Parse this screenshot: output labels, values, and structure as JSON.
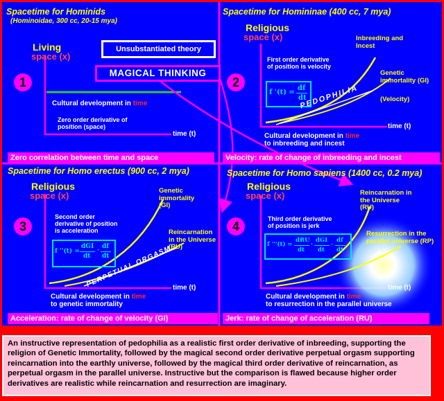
{
  "panels": {
    "p1": {
      "title": "Spacetime for Hominids",
      "subtitle": "(Hominoidae, 300 cc, 20-15 mya)",
      "y_top": "Living",
      "y_bottom": "space (x)",
      "number": "1",
      "cultural_label": "Cultural development in",
      "cultural_time": "time",
      "derivative_note": "Zero order derivative of position (space)",
      "x_label": "time (t)",
      "band": "Zero correlation between time and space"
    },
    "p2": {
      "title": "Spacetime for Homininae (400 cc, 7 mya)",
      "y_top": "Religious",
      "y_bottom": "space (x)",
      "number": "2",
      "derivative_note": "First order derivative of position is velocity",
      "formula_lhs": "f '(t) =",
      "formula_num": "df",
      "formula_den": "dt",
      "curve_label_1": "Inbreeding and Incest",
      "curve_label_2": "Genetic immortality (GI)",
      "curve_label_3": "(Velocity)",
      "diag_label": "PEDOPHILIA",
      "x_label": "time (t)",
      "cultural_label": "Cultural development in",
      "cultural_time": "time",
      "cultural_line2": "to inbreeding and incest",
      "band": "Velocity: rate of change of inbreeding and incest"
    },
    "p3": {
      "title": "Spacetime for Homo erectus (900 cc, 2 mya)",
      "y_top": "Religious",
      "y_bottom": "space (x)",
      "number": "3",
      "derivative_note": "Second order derivative of position is acceleration",
      "formula_lhs": "f ''(t) =",
      "formula_num1": "dGI",
      "formula_den1": "dt",
      "formula_num2": "df",
      "formula_den2": "dt",
      "curve_label_1": "Genetic immortality (GI)",
      "curve_label_2": "Reincarnation in the Universe (RU)",
      "diag_label": "PERPETUAL ORGASM",
      "x_label": "time (t)",
      "cultural_label": "Cultural development in",
      "cultural_time": "time",
      "cultural_line2": "to genetic immortality",
      "band": "Acceleration: rate of change of velocity (GI)"
    },
    "p4": {
      "title": "Spacetime for Homo sapiens (1400 cc, 0.2 mya)",
      "y_top": "Religious",
      "y_bottom": "space (x)",
      "number": "4",
      "derivative_note": "Third order derivative of position is jerk",
      "formula_lhs": "f '''(t) =",
      "formula_num1": "dRU",
      "formula_den1": "dt",
      "formula_num2": "dGI",
      "formula_den2": "dt",
      "formula_num3": "df",
      "formula_den3": "dt",
      "curve_label_1": "Reincarnation in the Universe (RU)",
      "curve_label_2": "Resurrection in the parallel universe (RP)",
      "x_label": "time (t)",
      "cultural_label": "Cultural development in",
      "cultural_time": "time",
      "cultural_line2": "to resurrection in the parallel universe",
      "band": "Jerk: rate of change of acceleration (RU)"
    }
  },
  "center": {
    "unsubstantiated": "Unsubstantiated theory",
    "magical": "MAGICAL THINKING"
  },
  "caption": "An instructive representation of pedophilia as a realistic first order derivative of inbreeding, supporting the religion of Genetic Immortality, followed by the magical second order derivative perpetual orgasm supporting reincarnation into the earthly universe, followed by the magical third order derivative of reincarnation, as perpetual orgasm in the parallel universe. Instructive but the comparison is flawed because higher order derivatives are realistic while reincarnation and resurrection are imaginary.",
  "colors": {
    "background": "#0000ff",
    "frame": "#ff0000",
    "magenta": "#ff00ff",
    "yellow": "#ffff00",
    "green": "#33cc33",
    "caption_bg": "#ffc1d8"
  }
}
